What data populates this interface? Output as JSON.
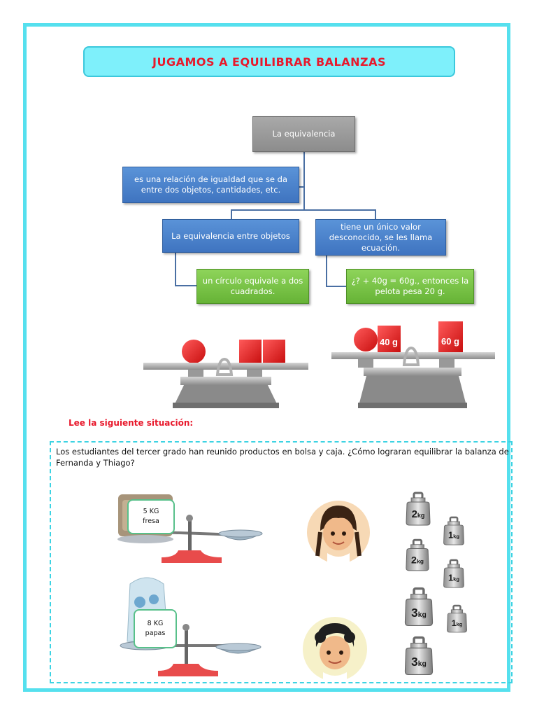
{
  "title": "JUGAMOS A EQUILIBRAR BALANZAS",
  "map": {
    "root": "La equivalencia",
    "definition": "es una relación de igualdad que se da entre dos objetos, cantidades, etc.",
    "objects": "La equivalencia entre objetos",
    "unknown": "tiene un único valor desconocido, se les llama ecuación.",
    "objects_example": "un círculo equivale a dos cuadrados.",
    "unknown_example": "¿? + 40g = 60g., entonces la pelota pesa 20 g."
  },
  "scales": {
    "left_weight_label": "40 g",
    "right_weight_label": "60 g"
  },
  "section_heading": "Lee la siguiente situación:",
  "situation_text": "Los estudiantes del tercer grado han reunido productos en bolsa y caja. ¿Cómo lograran equilibrar la balanza de Fernanda y Thiago?",
  "products": {
    "strawberry_qty": "5 KG",
    "strawberry_name": "fresa",
    "potato_qty": "8 KG",
    "potato_name": "papas"
  },
  "weights": [
    "2kg",
    "1kg",
    "2kg",
    "1kg",
    "3kg",
    "1kg",
    "3kg"
  ],
  "colors": {
    "frame": "#55e0ee",
    "title_bg": "#7ef0fb",
    "title_text": "#e8192c",
    "node_gray": "#9a9a9a",
    "node_blue": "#4a82cc",
    "node_green": "#72be3e"
  }
}
